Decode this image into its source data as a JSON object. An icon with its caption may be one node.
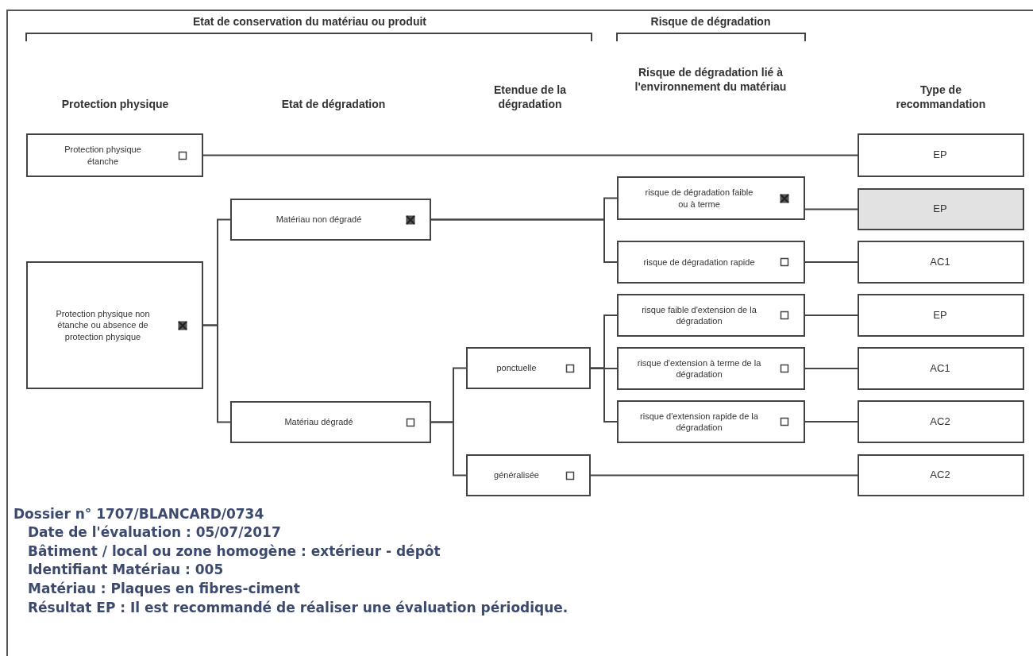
{
  "diagram": {
    "nodes": [
      {
        "text": [
          "Protection physique étanche"
        ]
      },
      {
        "text": [
          "Protection physique non étanche ou absence de protection physique"
        ]
      },
      {
        "text": [
          "Matériau non dégradé"
        ]
      },
      {
        "text": [
          "Matériau dégradé"
        ]
      },
      {
        "text": [
          "ponctuelle"
        ]
      },
      {
        "text": [
          "généralisée"
        ]
      },
      {
        "text": [
          "risque de dégradation faible ou à terme"
        ]
      },
      {
        "text": [
          "risque de dégradation rapide"
        ]
      },
      {
        "text": [
          "risque faible d'extension de la dégradation"
        ]
      },
      {
        "text": [
          "risque d'extension à terme de la dégradation"
        ]
      },
      {
        "text": [
          "risque d'extension rapide de la dégradation"
        ]
      },
      {
        "text": [
          "EP"
        ]
      },
      {
        "text": [
          "EP"
        ]
      },
      {
        "text": [
          "AC1"
        ]
      },
      {
        "text": [
          "EP"
        ]
      },
      {
        "text": [
          "AC1"
        ]
      },
      {
        "text": [
          "AC2"
        ]
      },
      {
        "text": [
          "AC2"
        ]
      }
    ],
    "edges": [
      {
        "from": 0,
        "to": 11,
        "arrow": "none"
      },
      {
        "from": 1,
        "to": 2,
        "arrow": "none"
      },
      {
        "from": 1,
        "to": 3,
        "arrow": "none"
      },
      {
        "from": 2,
        "to": 6,
        "arrow": "none"
      },
      {
        "from": 2,
        "to": 7,
        "arrow": "none"
      },
      {
        "from": 3,
        "to": 4,
        "arrow": "none"
      },
      {
        "from": 3,
        "to": 5,
        "arrow": "none"
      },
      {
        "from": 4,
        "to": 8,
        "arrow": "none"
      },
      {
        "from": 4,
        "to": 9,
        "arrow": "none"
      },
      {
        "from": 4,
        "to": 10,
        "arrow": "none"
      },
      {
        "from": 5,
        "to": 17,
        "arrow": "none"
      },
      {
        "from": 6,
        "to": 12,
        "arrow": "none"
      },
      {
        "from": 7,
        "to": 13,
        "arrow": "none"
      },
      {
        "from": 8,
        "to": 14,
        "arrow": "none"
      },
      {
        "from": 9,
        "to": 15,
        "arrow": "none"
      },
      {
        "from": 10,
        "to": 16,
        "arrow": "none"
      }
    ],
    "labels": [
      "Etat de conservation du matériau ou produit",
      "Risque de dégradation",
      "Protection physique",
      "Etat de dégradation",
      "Etendue de la dégradation",
      "Risque de dégradation lié à l'environnement du matériau",
      "Type de recommandation",
      "Dossier n° 1707/BLANCARD/0734",
      "Date de l'évaluation : 05/07/2017",
      "Bâtiment / local ou zone homogène : extérieur - dépôt",
      "Identifiant Matériau : 005",
      "Matériau : Plaques en fibres-ciment",
      "Résultat EP : Il est recommandé de réaliser une évaluation périodique."
    ]
  }
}
